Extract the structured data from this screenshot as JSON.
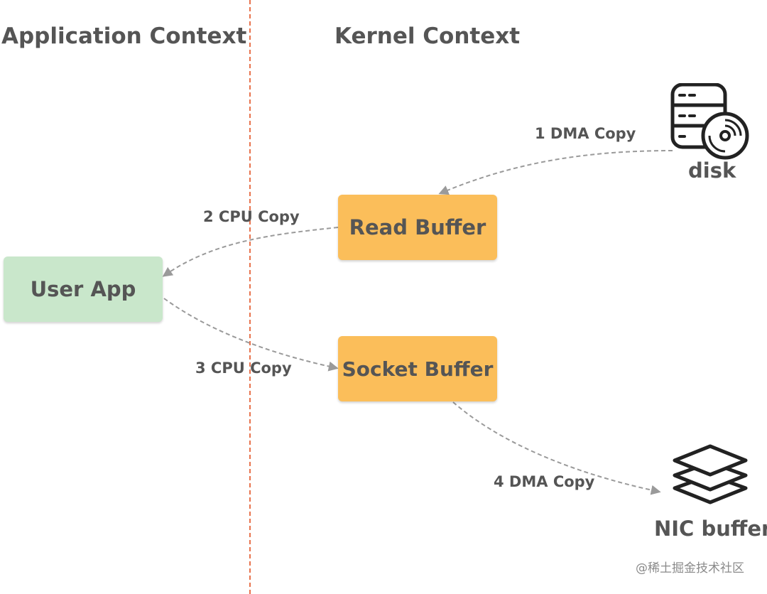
{
  "contexts": {
    "application": "Application Context",
    "kernel": "Kernel Context"
  },
  "nodes": {
    "user_app": "User App",
    "read_buffer": "Read Buffer",
    "socket_buffer": "Socket Buffer",
    "disk": "disk",
    "nic_buffer": "NIC buffer"
  },
  "edges": {
    "dma_copy_1": "1 DMA Copy",
    "cpu_copy_2": "2 CPU Copy",
    "cpu_copy_3": "3 CPU Copy",
    "dma_copy_4": "4 DMA Copy"
  },
  "watermark": "@稀土掘金技术社区",
  "colors": {
    "divider": "#e8734d",
    "user_app_fill": "#c9e7cb",
    "kernel_buffer_fill": "#fbbe5a",
    "arrow": "#9a9a9a",
    "text": "#555555"
  },
  "icons": {
    "disk": "database-disk-icon",
    "nic_buffer": "stacked-layers-icon"
  }
}
